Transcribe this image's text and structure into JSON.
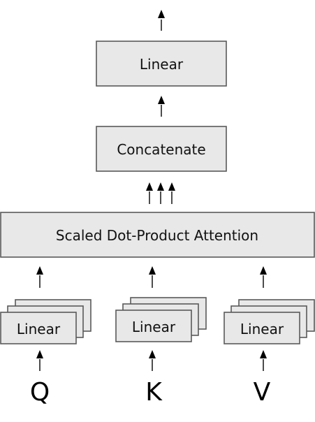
{
  "diagram": {
    "output_linear": "Linear",
    "concatenate": "Concatenate",
    "attention": "Scaled Dot-Product Attention",
    "heads": [
      {
        "linear": "Linear",
        "input": "Q"
      },
      {
        "linear": "Linear",
        "input": "K"
      },
      {
        "linear": "Linear",
        "input": "V"
      }
    ]
  }
}
